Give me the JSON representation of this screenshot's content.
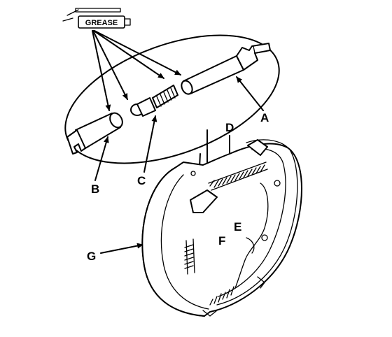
{
  "grease_label": "GREASE",
  "callouts": {
    "a": "A",
    "b": "B",
    "c": "C",
    "d": "D",
    "e": "E",
    "f": "F",
    "g": "G"
  }
}
